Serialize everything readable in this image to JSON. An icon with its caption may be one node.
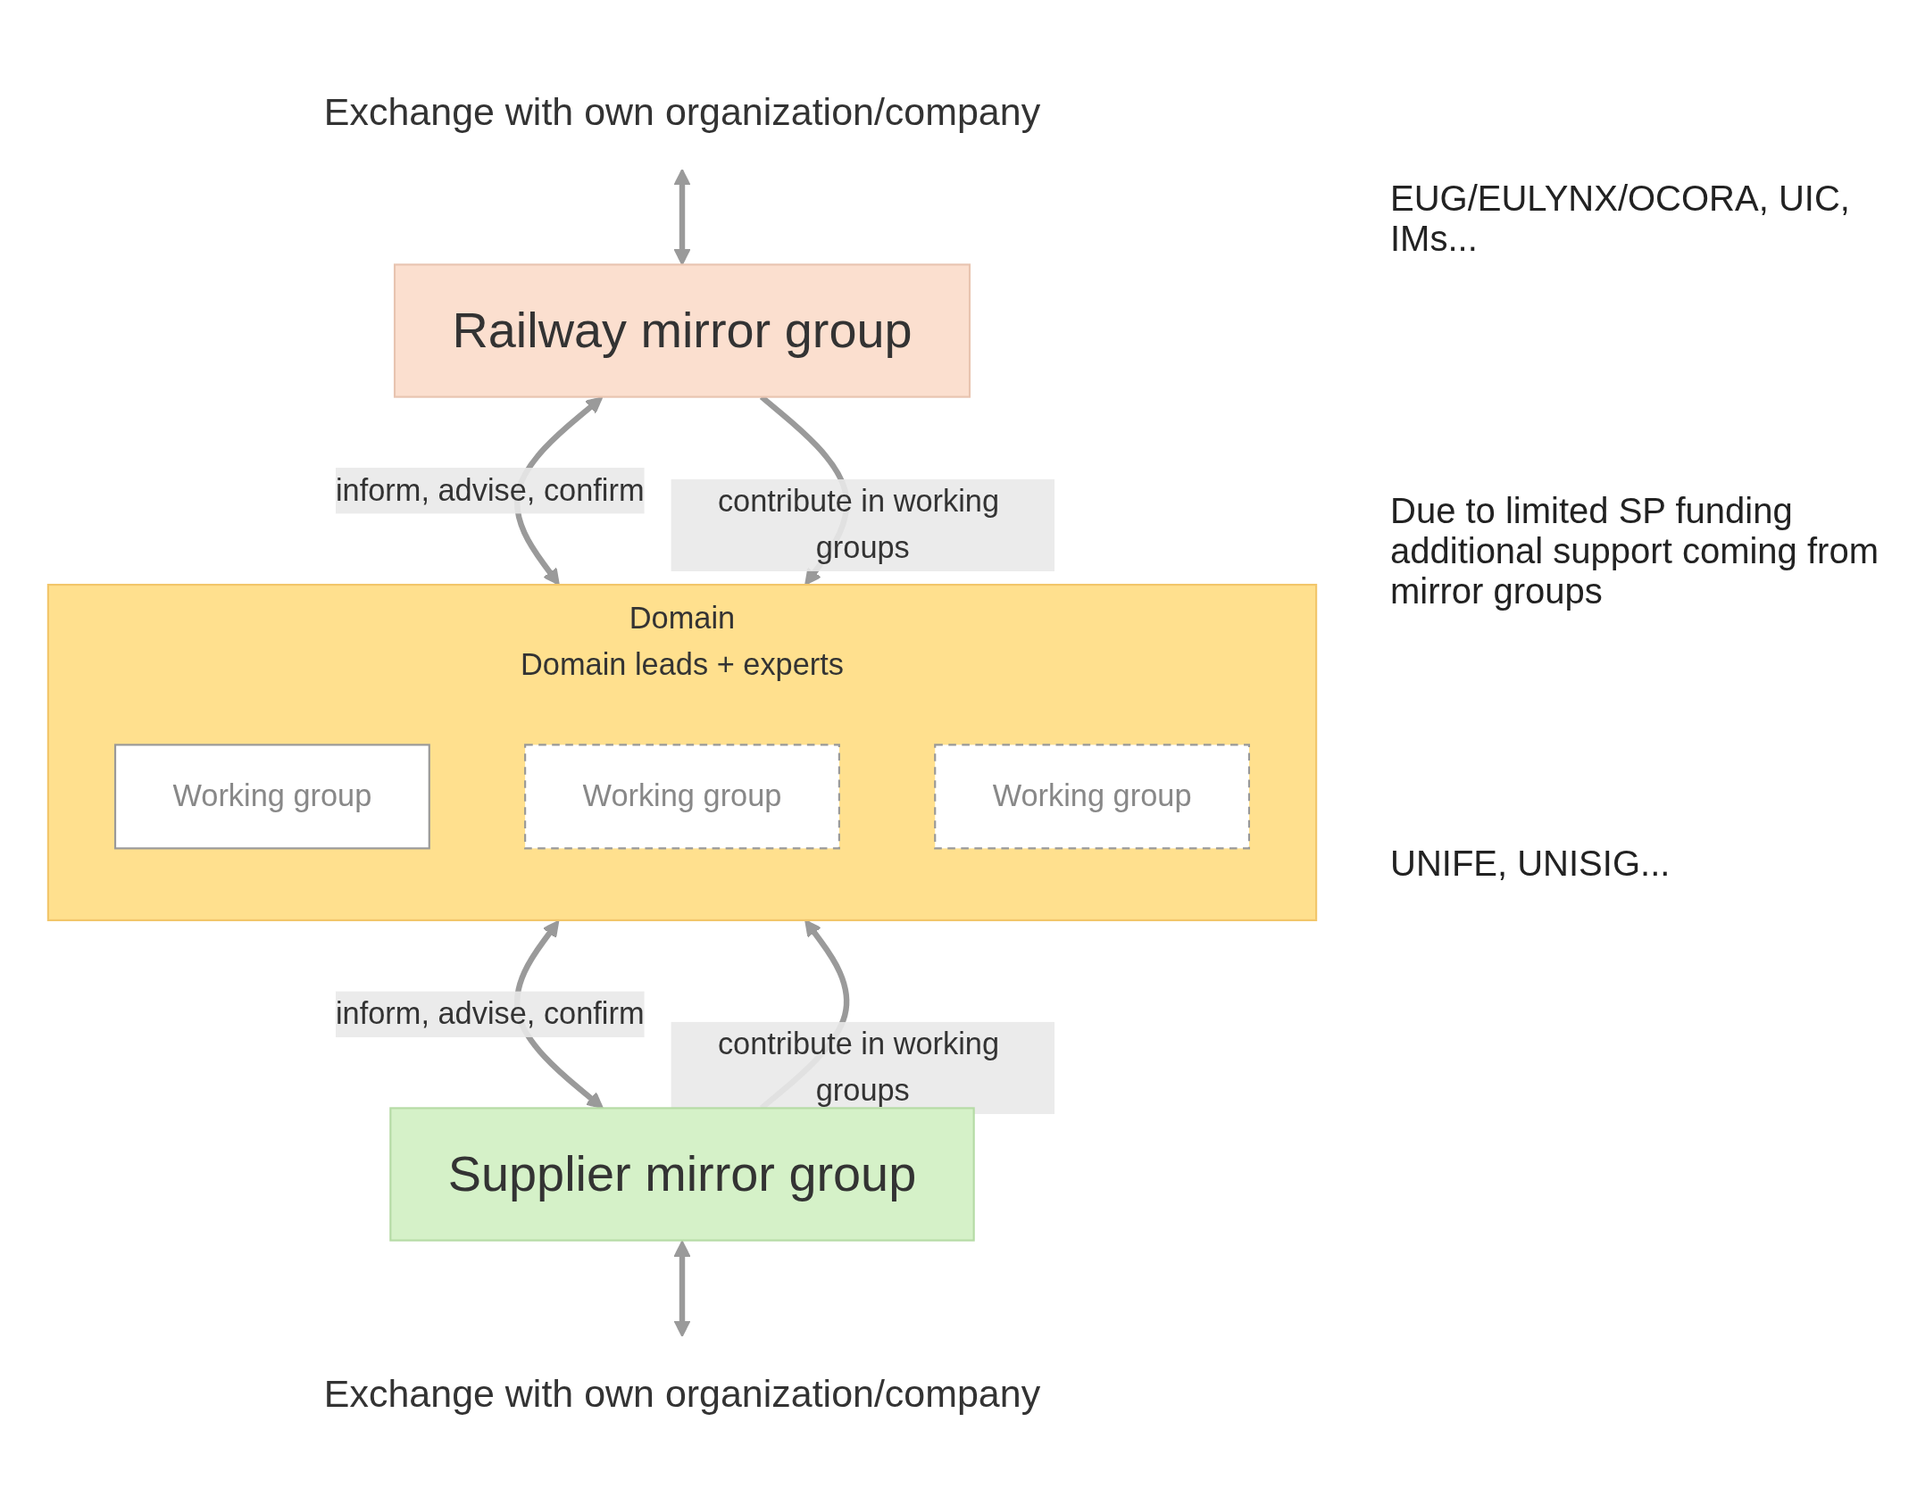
{
  "diagram": {
    "nodes": [
      {
        "text": [
          "Exchange with own organization/company"
        ]
      },
      {
        "text": [
          "Railway mirror group"
        ]
      },
      {
        "text": [
          "Domain",
          "Domain leads + experts"
        ]
      },
      {
        "text": [
          "Working group"
        ],
        "in": 2
      },
      {
        "text": [
          "Working group"
        ],
        "in": 2
      },
      {
        "text": [
          "Working group"
        ],
        "in": 2
      },
      {
        "text": [
          "Supplier mirror group"
        ]
      },
      {
        "text": [
          "Exchange with own organization/company"
        ]
      }
    ],
    "edges": [
      {
        "from": 0,
        "to": 1,
        "arrow": "both"
      },
      {
        "from": 1,
        "to": 2,
        "arrow": "both",
        "label": "inform, advise, confirm"
      },
      {
        "from": 1,
        "to": 2,
        "arrow": "to",
        "label": "contribute in working groups"
      },
      {
        "from": 6,
        "to": 2,
        "arrow": "to",
        "label": "contribute in working groups"
      },
      {
        "from": 2,
        "to": 6,
        "arrow": "both",
        "label": "inform, advise, confirm"
      },
      {
        "from": 6,
        "to": 7,
        "arrow": "both"
      }
    ],
    "labels": [
      "EUG/EULYNX/OCORA, UIC, IMs...",
      "Due to limited SP funding additional support coming from mirror groups",
      "UNIFE, UNISIG..."
    ]
  }
}
